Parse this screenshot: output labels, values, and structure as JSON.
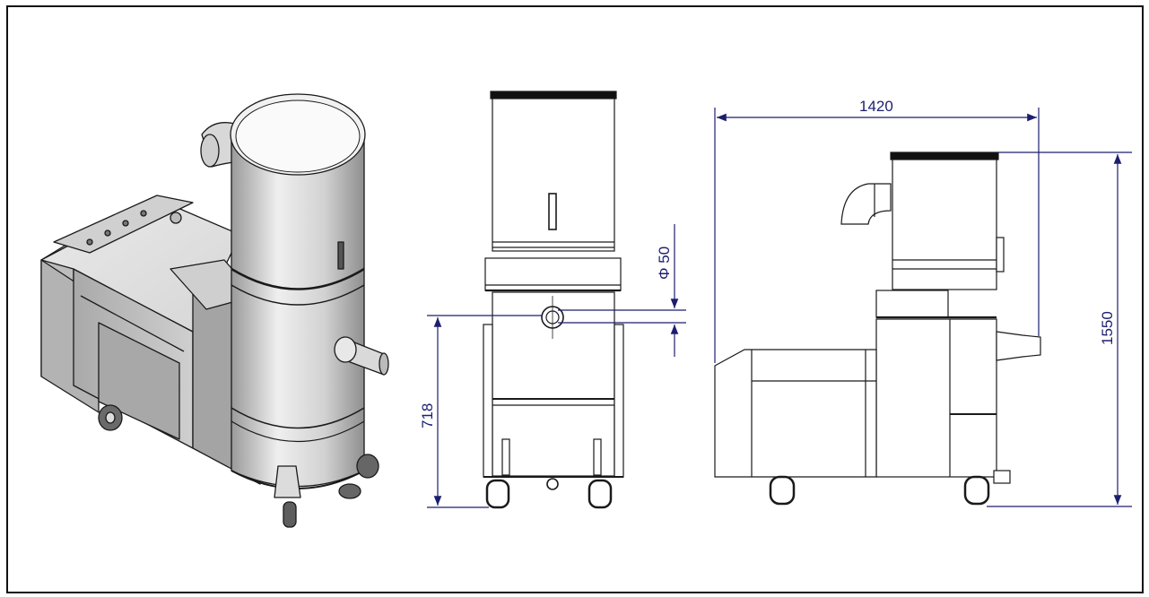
{
  "dimensions": {
    "width": "1420",
    "height": "1550",
    "inlet_height": "718",
    "inlet_diameter": "Φ 50"
  },
  "colors": {
    "dimension": "#1c1f6e",
    "outline": "#1a1a1a",
    "metal_light": "#e6e6e6",
    "metal_mid": "#c4c4c4",
    "metal_dark": "#8a8a8a",
    "frame": "#111111"
  }
}
